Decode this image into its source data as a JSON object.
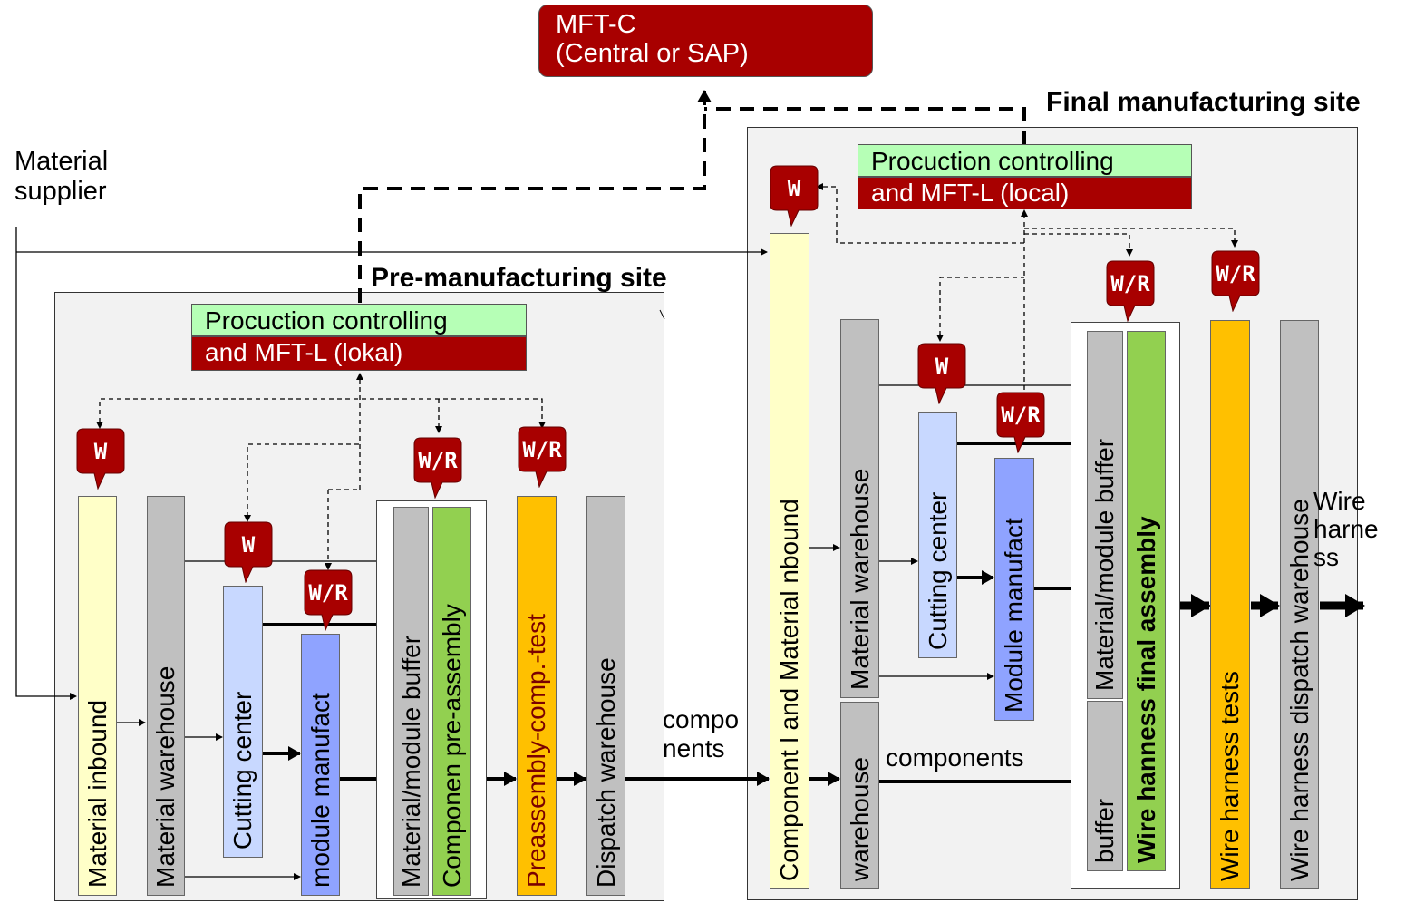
{
  "mft_central": {
    "line1": "MFT-C",
    "line2": "(Central or SAP)"
  },
  "final_site": {
    "title": "Final manufacturing site",
    "control_top": "Procuction controlling",
    "control_bottom": "and MFT-L (local)",
    "columns": {
      "inbound": "Component l and Material  nbound",
      "material_warehouse": "Material warehouse",
      "warehouse": "warehouse",
      "cutting": "Cutting center",
      "module": "Module manufact",
      "buffer_top": "Material/module buffer",
      "buffer_bottom": "buffer",
      "final_assembly": "Wire hanness final assembly",
      "tests": "Wire harness tests",
      "dispatch": "Wire harness dispatch warehouse"
    },
    "components_label": "components",
    "output_label": "Wire\nharne\nss"
  },
  "pre_site": {
    "title": "Pre-manufacturing site",
    "control_top": "Procuction controlling",
    "control_bottom": "and MFT-L (lokal)",
    "columns": {
      "inbound": "Material  inbound",
      "material_warehouse": "Material warehouse",
      "cutting": "Cutting center",
      "module": "module manufact",
      "buffer": "Material/module buffer",
      "pre_assembly": "Componen pre-assembly",
      "test": "Preassembly-comp.-test",
      "dispatch": "Dispatch warehouse"
    },
    "components_label": "compo\nnents"
  },
  "supplier_label": "Material\nsupplier",
  "markers": {
    "w": "W",
    "wr": "W/R"
  },
  "colors": {
    "dark_red": "#a80000",
    "green_light": "#b6ffb6",
    "yellow_light": "#ffffc8",
    "gray": "#c0c0c0",
    "blue_light": "#c8d8ff",
    "blue": "#8fa3ff",
    "green": "#92d050",
    "orange": "#ffc000",
    "site_bg": "#f2f2f2"
  }
}
